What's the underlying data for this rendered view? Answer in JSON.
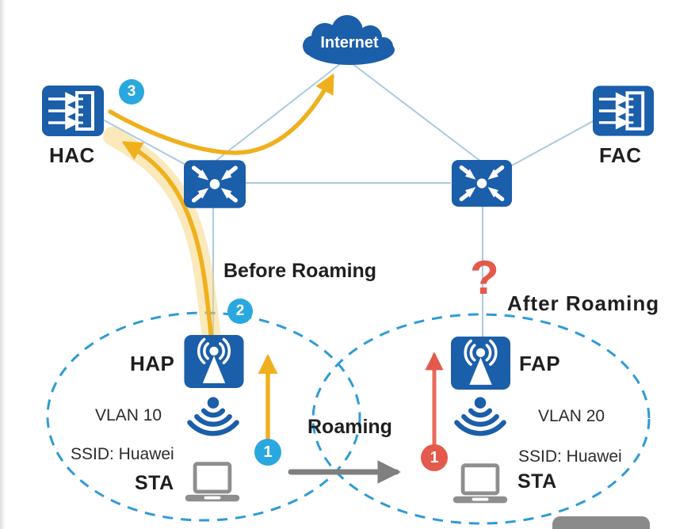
{
  "nodes": {
    "internet": "Internet",
    "hac": "HAC",
    "fac": "FAC",
    "hap": "HAP",
    "fap": "FAP",
    "sta_left": "STA",
    "sta_right": "STA"
  },
  "labels": {
    "before_roaming": "Before Roaming",
    "after_roaming": "After Roaming",
    "roaming": "Roaming",
    "question": "?",
    "vlan_left": "VLAN 10",
    "vlan_right": "VLAN 20",
    "ssid_left": "SSID: Huawei",
    "ssid_right": "SSID: Huawei"
  },
  "steps": {
    "one_left": "1",
    "two": "2",
    "three": "3",
    "one_right": "1"
  },
  "colors": {
    "node_blue": "#1B5EA9",
    "badge_cyan": "#29A8E0",
    "accent_red": "#E4594B",
    "arrow_yellow": "#F0B01D",
    "arrow_gray": "#7F7F7F",
    "link_blue": "#A9CBDF",
    "coverage_dash_blue": "#2E9BD6"
  }
}
